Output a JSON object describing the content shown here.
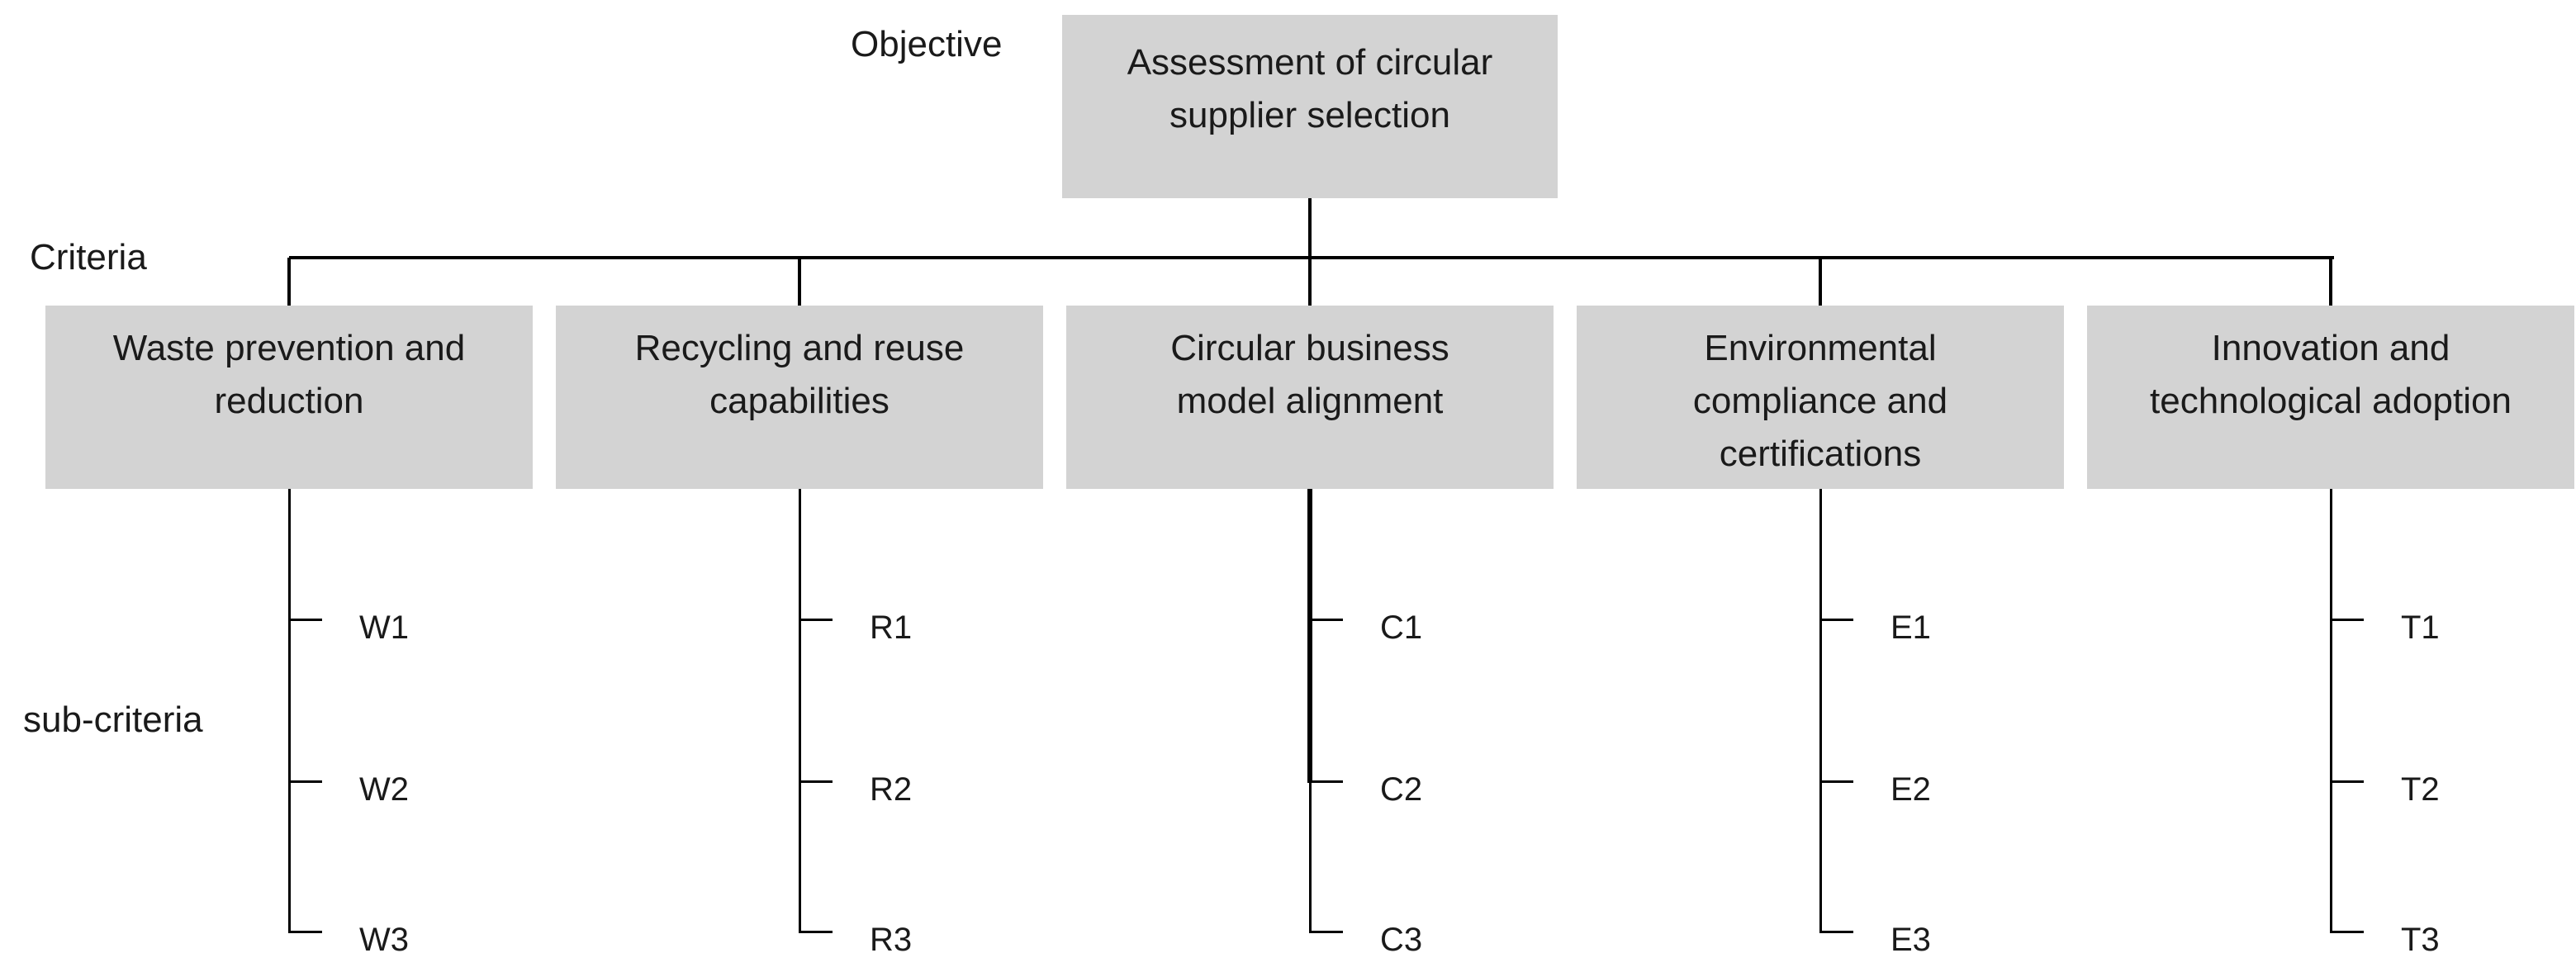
{
  "diagram": {
    "levels": {
      "objective": "Objective",
      "criteria": "Criteria",
      "subcriteria": "sub-criteria"
    },
    "objective": {
      "label": "Assessment of circular supplier selection",
      "lines": [
        "Assessment of circular",
        "supplier selection"
      ]
    },
    "criteria": [
      {
        "label": "Waste prevention and reduction",
        "lines": [
          "Waste prevention and",
          "reduction"
        ],
        "sub": [
          "W1",
          "W2",
          "W3"
        ]
      },
      {
        "label": "Recycling and reuse capabilities",
        "lines": [
          "Recycling and reuse",
          "capabilities"
        ],
        "sub": [
          "R1",
          "R2",
          "R3"
        ]
      },
      {
        "label": "Circular business model alignment",
        "lines": [
          "Circular business",
          "model alignment"
        ],
        "sub": [
          "C1",
          "C2",
          "C3"
        ]
      },
      {
        "label": "Environmental compliance and certifications",
        "lines": [
          "Environmental",
          "compliance and",
          "certifications"
        ],
        "sub": [
          "E1",
          "E2",
          "E3"
        ]
      },
      {
        "label": "Innovation and technological adoption",
        "lines": [
          "Innovation and",
          "technological adoption"
        ],
        "sub": [
          "T1",
          "T2",
          "T3"
        ]
      }
    ],
    "colors": {
      "background": "#ffffff",
      "box_fill": "#d3d3d3",
      "line": "#000000",
      "text": "#1a1a1a"
    }
  }
}
